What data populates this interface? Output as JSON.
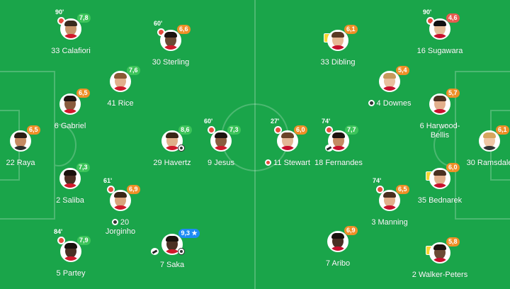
{
  "home": {
    "players": [
      {
        "name": "33 Calafiori",
        "rating": "7,8",
        "rating_color": "green",
        "minute": "90'",
        "sub": true
      },
      {
        "name": "30 Sterling",
        "rating": "6,6",
        "rating_color": "orange",
        "minute": "60'",
        "sub": true
      },
      {
        "name": "41 Rice",
        "rating": "7,6",
        "rating_color": "green"
      },
      {
        "name": "6 Gabriel",
        "rating": "6,5",
        "rating_color": "orange"
      },
      {
        "name": "22 Raya",
        "rating": "6,5",
        "rating_color": "orange"
      },
      {
        "name": "29 Havertz",
        "rating": "8,6",
        "rating_color": "green",
        "goal": true
      },
      {
        "name": "9 Jesus",
        "rating": "7,3",
        "rating_color": "green",
        "minute": "60'",
        "sub": true
      },
      {
        "name": "2 Saliba",
        "rating": "7,3",
        "rating_color": "green"
      },
      {
        "name_line1": "20",
        "name_line2": "Jorginho",
        "rating": "6,9",
        "rating_color": "orange",
        "minute": "61'",
        "sub": true
      },
      {
        "name": "5 Partey",
        "rating": "7,9",
        "rating_color": "green",
        "minute": "84'",
        "sub": true
      },
      {
        "name": "7 Saka",
        "rating": "9,3 ★",
        "rating_color": "blue",
        "goal": true,
        "assist": true
      }
    ]
  },
  "away": {
    "players": [
      {
        "name": "33 Dibling",
        "rating": "6,1",
        "rating_color": "orange",
        "card": true
      },
      {
        "name": "16 Sugawara",
        "rating": "4,6",
        "rating_color": "red",
        "minute": "90'",
        "sub": true
      },
      {
        "name": "4 Downes",
        "rating": "5,4",
        "rating_color": "orange",
        "subin": true
      },
      {
        "name_line1": "6 Harwood-",
        "name_line2": "Bellis",
        "rating": "5,7",
        "rating_color": "orange"
      },
      {
        "name": "11 Stewart",
        "rating": "6,0",
        "rating_color": "orange",
        "minute": "27'",
        "sub": true
      },
      {
        "name": "18 Fernandes",
        "rating": "7,7",
        "rating_color": "green",
        "minute": "74'",
        "sub": true,
        "assist": true
      },
      {
        "name": "30 Ramsdale",
        "rating": "6,1",
        "rating_color": "orange"
      },
      {
        "name": "35 Bednarek",
        "rating": "6,0",
        "rating_color": "orange",
        "card": true
      },
      {
        "name": "3 Manning",
        "rating": "6,5",
        "rating_color": "orange",
        "minute": "74'",
        "sub": true
      },
      {
        "name": "7 Aribo",
        "rating": "6,9",
        "rating_color": "orange"
      },
      {
        "name": "2 Walker-Peters",
        "rating": "5,8",
        "rating_color": "orange",
        "card": true
      }
    ]
  },
  "colors": {
    "pitch": "#1aa54a",
    "green": "#3cc45a",
    "orange": "#ef8f27",
    "red": "#e85a4f",
    "blue": "#1d8bf3"
  }
}
